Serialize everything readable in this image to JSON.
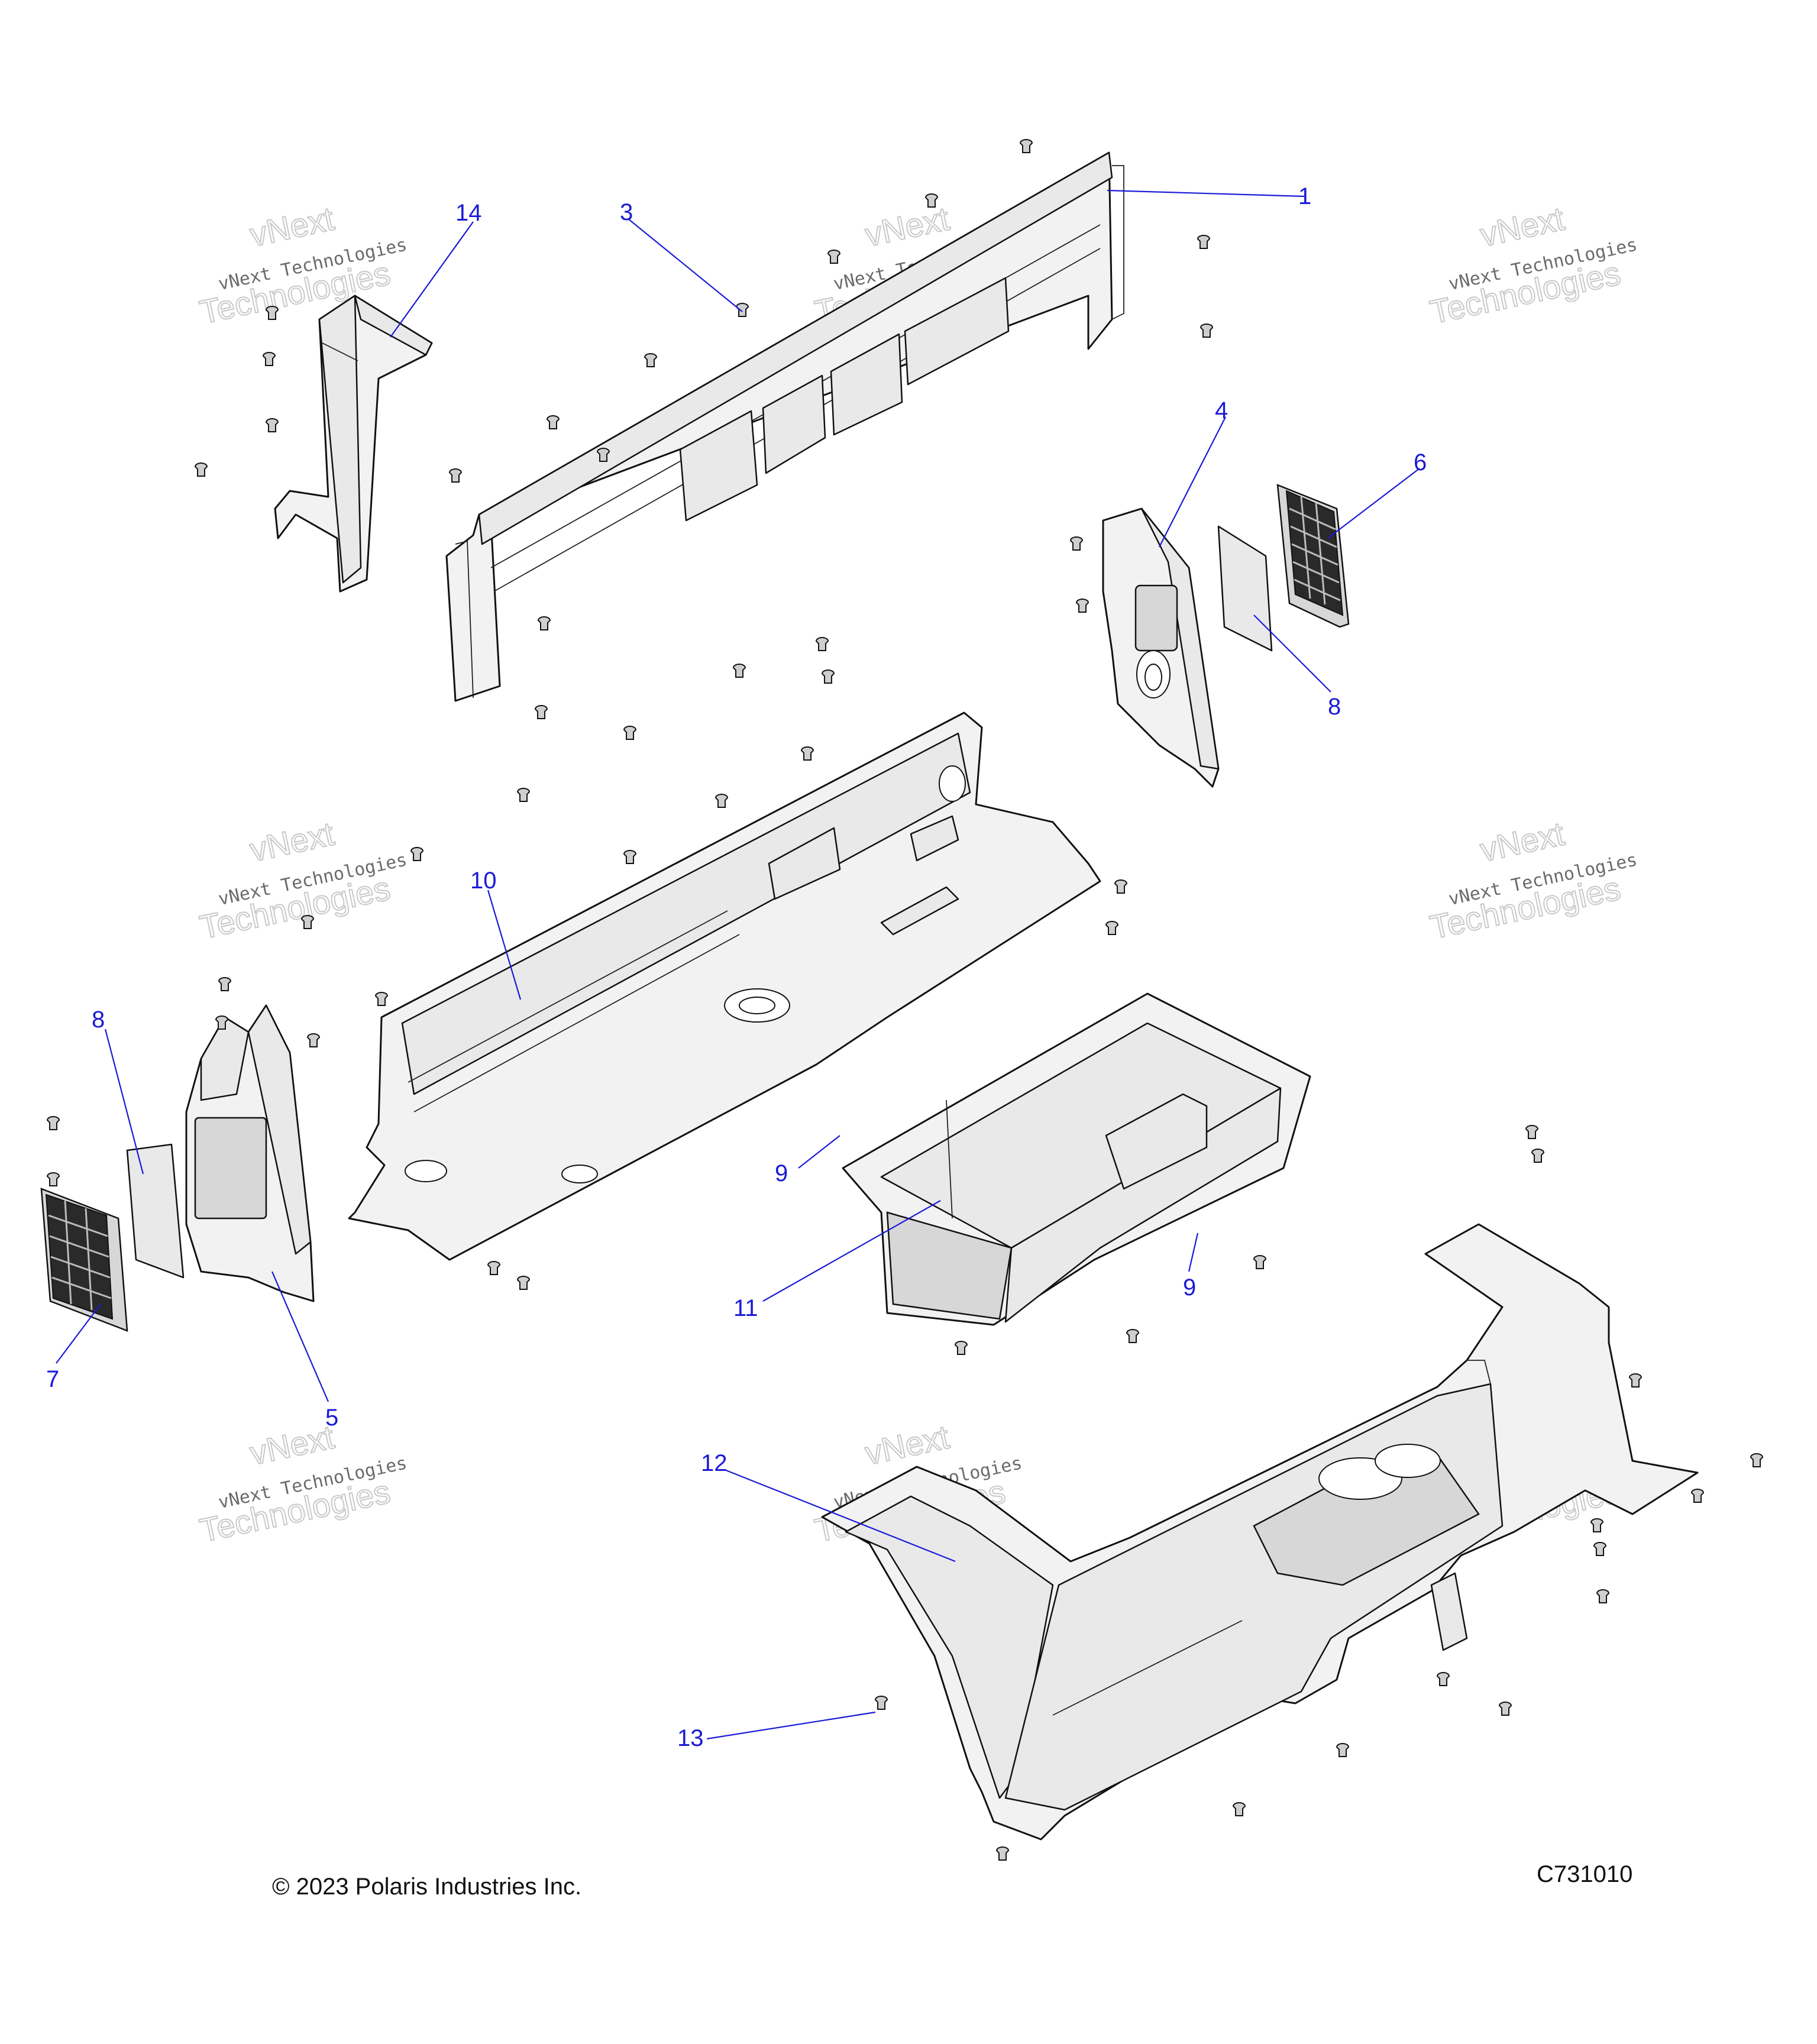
{
  "callouts": [
    "1",
    "3",
    "4",
    "6",
    "8",
    "14",
    "10",
    "8",
    "5",
    "7",
    "9",
    "9",
    "11",
    "12",
    "13"
  ],
  "watermark": {
    "line1": "vNext",
    "line2": "Technologies",
    "stamp": "vNext Technologies"
  },
  "footer": {
    "copyright": "© 2023 Polaris Industries Inc.",
    "diagram_code": "C731010"
  }
}
